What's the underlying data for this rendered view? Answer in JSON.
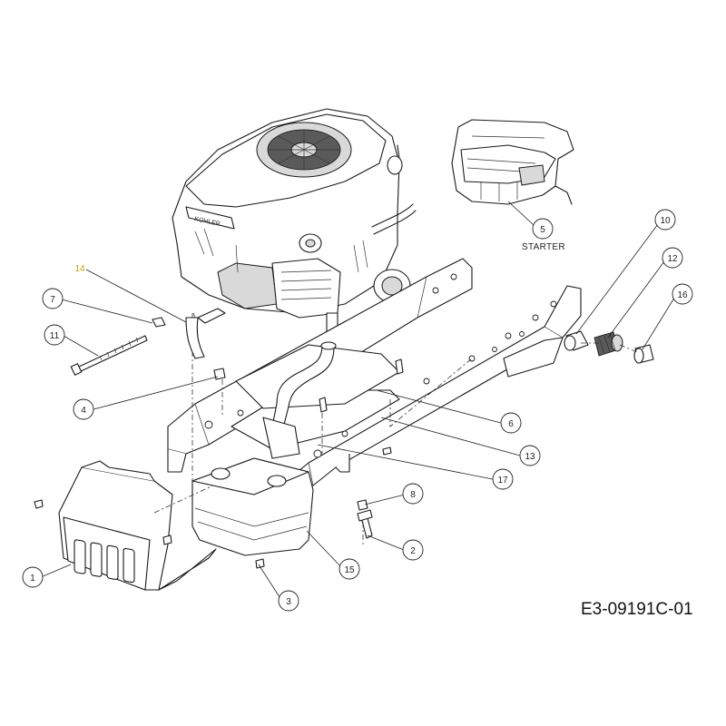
{
  "diagram": {
    "drawing_code": "E3-09191C-01",
    "starter_label": "STARTER",
    "callouts": [
      {
        "num": "1"
      },
      {
        "num": "2"
      },
      {
        "num": "3"
      },
      {
        "num": "4"
      },
      {
        "num": "5"
      },
      {
        "num": "6"
      },
      {
        "num": "7"
      },
      {
        "num": "8"
      },
      {
        "num": "10"
      },
      {
        "num": "11"
      },
      {
        "num": "12"
      },
      {
        "num": "13"
      },
      {
        "num": "14",
        "highlight": true
      },
      {
        "num": "15"
      },
      {
        "num": "16"
      },
      {
        "num": "17"
      }
    ]
  }
}
